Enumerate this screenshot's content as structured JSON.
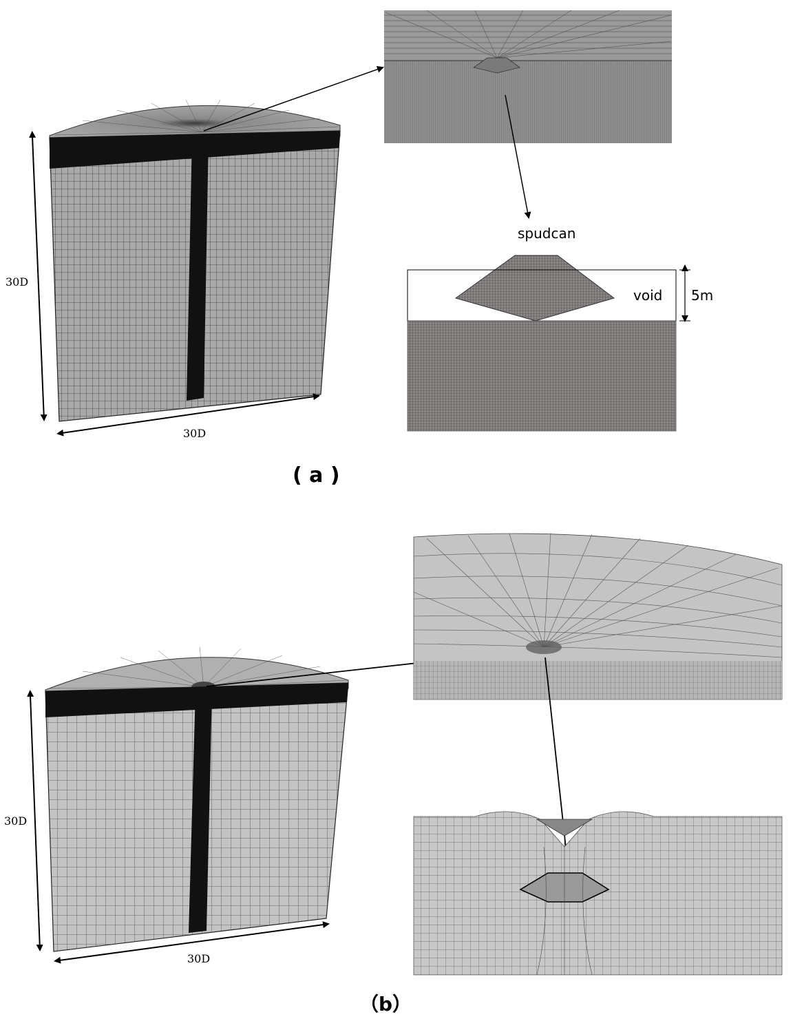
{
  "panel_a": {
    "caption": "( a )",
    "dim_height": "30D",
    "dim_width": "30D",
    "spudcan_label": "spudcan",
    "void_label": "void",
    "depth_label": "5m"
  },
  "panel_b": {
    "caption": "（b）",
    "dim_height": "30D",
    "dim_width": "30D"
  },
  "colors": {
    "mesh_fill": "#a3a3a3",
    "mesh_line": "#3a3a3a",
    "dense_band": "#111111",
    "zoom_fill": "#8c8c8c",
    "light_mesh_fill": "#c2c2c2"
  }
}
